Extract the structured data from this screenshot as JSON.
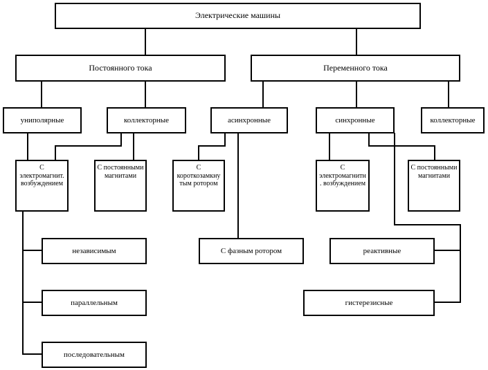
{
  "diagram": {
    "root": "Электрические машины",
    "dc": "Постоянного тока",
    "ac": "Переменного тока",
    "unipolar": "униполярные",
    "dc_collector": "коллекторные",
    "async": "асинхронные",
    "sync": "синхронные",
    "ac_collector": "коллекторные",
    "dc_electromag": "С\nэлектромагнит.\nвозбуждением",
    "dc_permanent": "С постоянными\nмагнитами",
    "squirrel_cage": "С\nкороткозамкну\nтым ротором",
    "sync_electromag": "С\nэлектромагнитн\n. возбуждением",
    "sync_permanent": "С постоянными\nмагнитами",
    "independent": "независимым",
    "parallel": "параллельным",
    "series": "последовательным",
    "wound_rotor": "С фазным ротором",
    "reactive": "реактивные",
    "hysteresis": "гистерезисные"
  }
}
